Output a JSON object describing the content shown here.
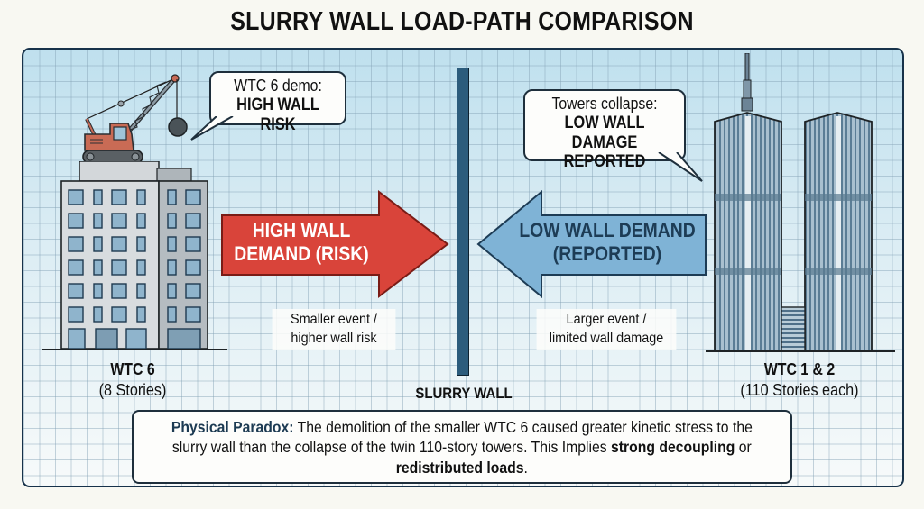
{
  "title": "SLURRY WALL LOAD-PATH COMPARISON",
  "left": {
    "bubble": {
      "line1": "WTC 6 demo:",
      "line2": "HIGH WALL RISK"
    },
    "building": {
      "name": "WTC 6",
      "stories": "(8 Stories)"
    },
    "arrow": {
      "line1": "HIGH WALL",
      "line2": "DEMAND (RISK)",
      "color": "#d9443a",
      "text_color": "#ffffff"
    },
    "caption": {
      "line1": "Smaller event /",
      "line2": "higher wall risk"
    },
    "icons": [
      "crane-icon",
      "wrecking-ball-icon",
      "office-building-icon"
    ]
  },
  "center": {
    "wall_label": "SLURRY WALL",
    "wall_color": "#2c5c7c"
  },
  "right": {
    "bubble": {
      "line1": "Towers collapse:",
      "line2": "LOW WALL DAMAGE",
      "line3": "REPORTED"
    },
    "building": {
      "name": "WTC 1 & 2",
      "stories": "(110 Stories each)"
    },
    "arrow": {
      "line1": "LOW WALL DEMAND",
      "line2": "(REPORTED)",
      "color": "#7fb3d6",
      "text_color": "#1d3c55"
    },
    "caption": {
      "line1": "Larger event /",
      "line2": "limited wall damage"
    },
    "icons": [
      "twin-towers-icon",
      "antenna-icon"
    ]
  },
  "paradox": {
    "lead": "Physical Paradox:",
    "text1": " The demolition of the smaller WTC 6 caused greater kinetic stress to the slurry wall than the collapse of the twin 110-story towers. This Implies ",
    "bold1": "strong decoupling",
    "text2": " or ",
    "bold2": "redistributed loads",
    "text3": "."
  },
  "colors": {
    "panel_border": "#17324a",
    "grid": "#a0b8c8",
    "background": "#f8f8f2"
  }
}
